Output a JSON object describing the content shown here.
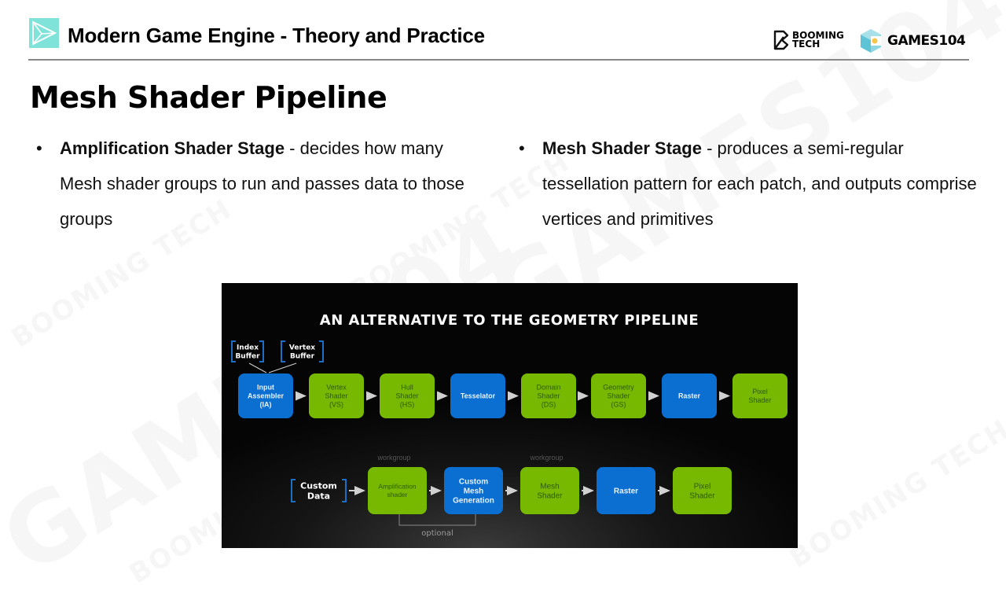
{
  "header": {
    "title": "Modern Game Engine - Theory and Practice",
    "brand_left_line1": "BOOMING",
    "brand_left_line2": "TECH",
    "brand_right": "GAMES104",
    "logo_color": "#7fe3da"
  },
  "watermarks": [
    "GAMES104",
    "BOOMING TECH"
  ],
  "page_title": "Mesh Shader Pipeline",
  "bullets": [
    {
      "bold": "Amplification Shader Stage",
      "text": " - decides how many Mesh shader groups to run and passes data to those groups"
    },
    {
      "bold": "Mesh Shader Stage",
      "text": " - produces a semi-regular tessellation pattern for each patch,  and outputs comprise vertices and primitives"
    }
  ],
  "diagram": {
    "title": "AN ALTERNATIVE TO THE GEOMETRY PIPELINE",
    "colors": {
      "blue": "#0a6fd0",
      "green": "#76b900",
      "bracket": "#1c6fc4",
      "arrow": "#d0d0d0"
    },
    "top_inputs": [
      {
        "lines": [
          "Index",
          "Buffer"
        ]
      },
      {
        "lines": [
          "Vertex",
          "Buffer"
        ]
      }
    ],
    "top_row": [
      {
        "lines": [
          "Input",
          "Assembler",
          "(IA)"
        ],
        "kind": "blue"
      },
      {
        "lines": [
          "Vertex",
          "Shader",
          "(VS)"
        ],
        "kind": "green"
      },
      {
        "lines": [
          "Hull",
          "Shader",
          "(HS)"
        ],
        "kind": "green"
      },
      {
        "lines": [
          "Tesselator"
        ],
        "kind": "blue"
      },
      {
        "lines": [
          "Domain",
          "Shader",
          "(DS)"
        ],
        "kind": "green"
      },
      {
        "lines": [
          "Geometry",
          "Shader",
          "(GS)"
        ],
        "kind": "green"
      },
      {
        "lines": [
          "Raster"
        ],
        "kind": "blue"
      },
      {
        "lines": [
          "Pixel",
          "Shader"
        ],
        "kind": "green"
      }
    ],
    "bottom_input": {
      "lines": [
        "Custom",
        "Data"
      ]
    },
    "bottom_row": [
      {
        "lines": [
          "Amplification",
          "shader"
        ],
        "kind": "green",
        "label_above": "workgroup"
      },
      {
        "lines": [
          "Custom",
          "Mesh",
          "Generation"
        ],
        "kind": "blue"
      },
      {
        "lines": [
          "Mesh",
          "Shader"
        ],
        "kind": "green",
        "label_above": "workgroup"
      },
      {
        "lines": [
          "Raster"
        ],
        "kind": "blue"
      },
      {
        "lines": [
          "Pixel",
          "Shader"
        ],
        "kind": "green"
      }
    ],
    "optional_label": "optional"
  }
}
